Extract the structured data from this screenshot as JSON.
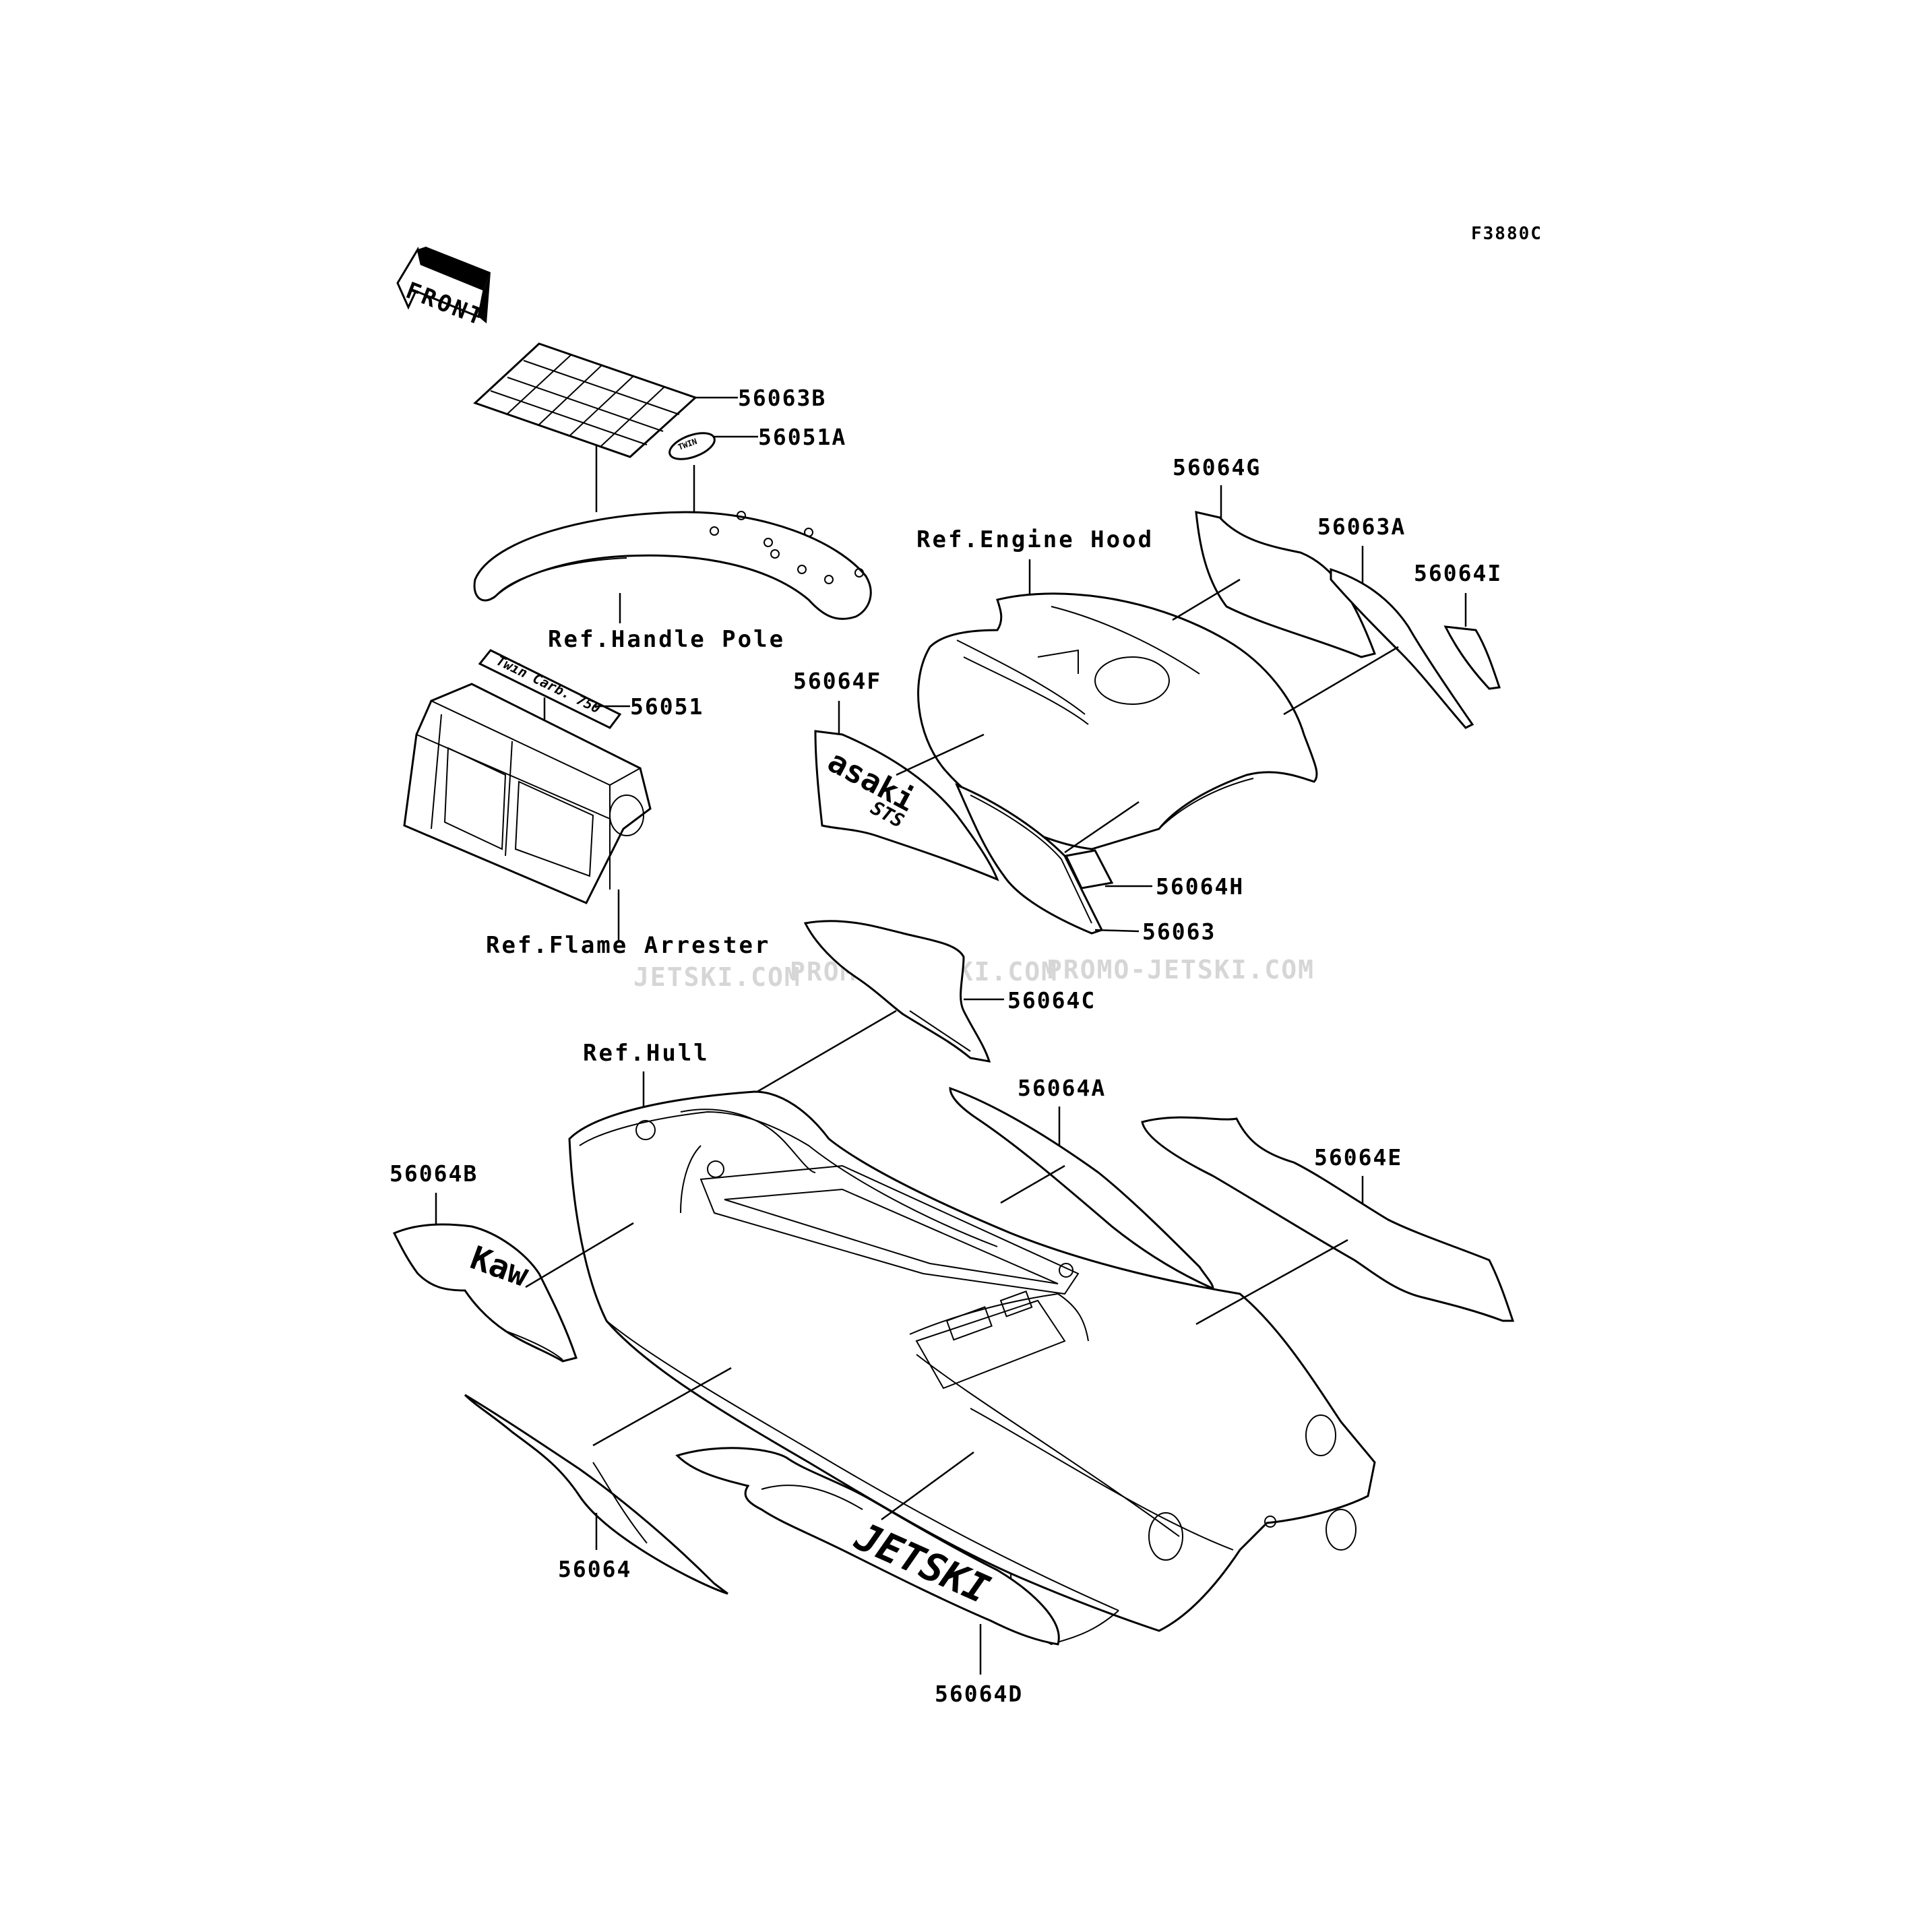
{
  "diagram_code": "F3880C",
  "front_arrow_label": "FRONT",
  "watermark": {
    "left": "JETSKI.COM",
    "middle": "PROMO-JETSKI.COM",
    "right": "PROMO-JETSKI.COM"
  },
  "references": {
    "handle_pole": "Ref.Handle Pole",
    "flame_arrester": "Ref.Flame Arrester",
    "engine_hood": "Ref.Engine Hood",
    "hull": "Ref.Hull"
  },
  "part_numbers": {
    "p56063B": "56063B",
    "p56051A": "56051A",
    "p56051": "56051",
    "p56064G": "56064G",
    "p56063A": "56063A",
    "p56064I": "56064I",
    "p56064F": "56064F",
    "p56064H": "56064H",
    "p56063": "56063",
    "p56064C": "56064C",
    "p56064A": "56064A",
    "p56064E": "56064E",
    "p56064B": "56064B",
    "p56064": "56064",
    "p56064D": "56064D"
  }
}
